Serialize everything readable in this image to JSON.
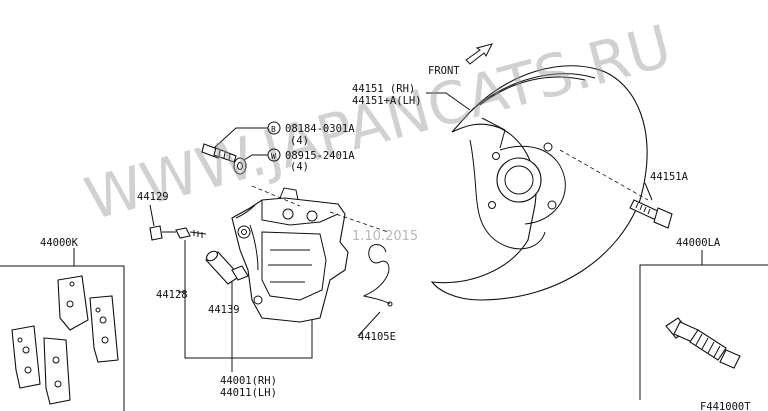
{
  "labels": {
    "front": "FRONT",
    "shield_rh": "44151  (RH)",
    "shield_lh": "44151+A(LH)",
    "bolt_b": "08184-0301A",
    "bolt_b_qty": "(4)",
    "washer_w": "08915-2401A",
    "washer_w_qty": "(4)",
    "sensor": "44129",
    "pad_kit": "44000K",
    "bleeder": "44128",
    "pin": "44139",
    "bolt_right": "44151A",
    "repair_kit": "44000LA",
    "spring": "44105E",
    "caliper_rh": "44001(RH)",
    "caliper_lh": "44011(LH)",
    "figure_code": "F441000T",
    "marker_b": "B",
    "marker_w": "W"
  },
  "watermark": {
    "text": "WWW.JAPANCATS.RU",
    "date": "1.10.2015",
    "color": "#9a9a9a"
  }
}
